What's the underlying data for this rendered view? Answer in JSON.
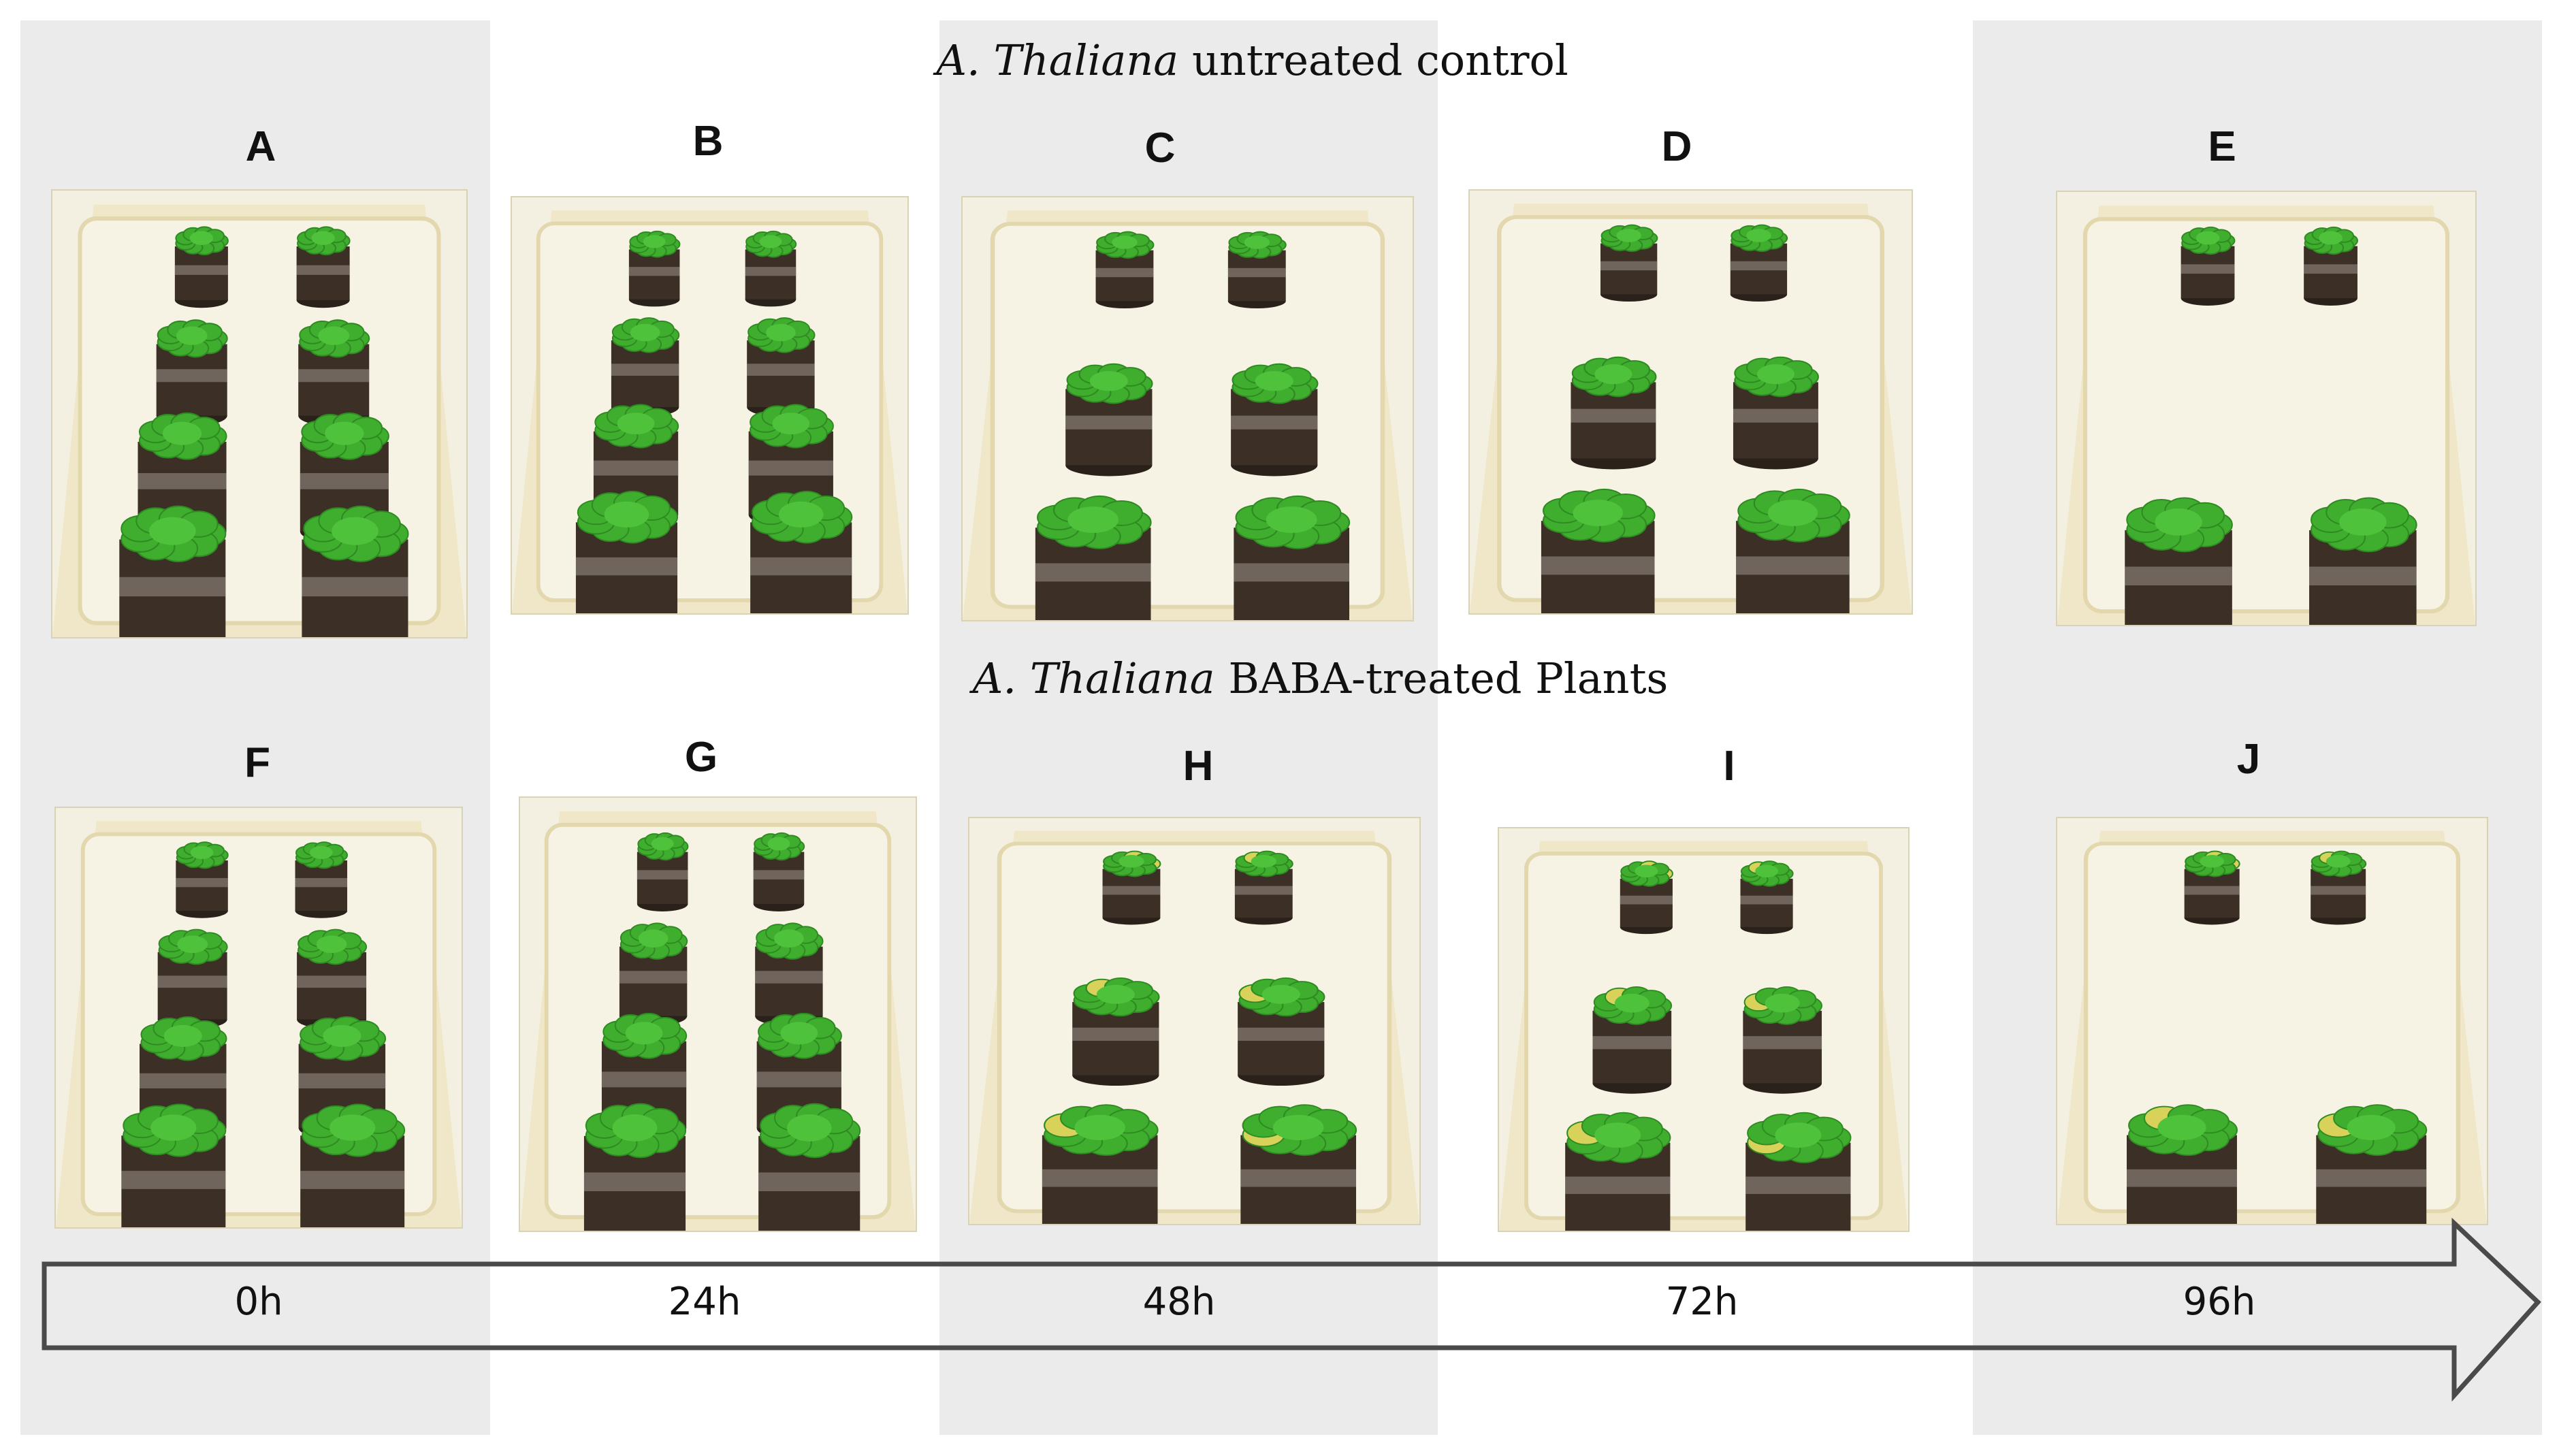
{
  "figure": {
    "top_title": {
      "species": "A. Thaliana",
      "rest": "untreated control"
    },
    "bottom_title": {
      "species": "A. Thaliana",
      "rest": "BABA-treated Plants"
    },
    "top_panels": [
      "A",
      "B",
      "C",
      "D",
      "E"
    ],
    "bottom_panels": [
      "F",
      "G",
      "H",
      "I",
      "J"
    ],
    "timepoints": [
      "0h",
      "24h",
      "48h",
      "72h",
      "96h"
    ],
    "colors": {
      "band_gray": "#ebebeb",
      "band_white": "#ffffff",
      "tray": "#efe7c8",
      "peat": "#3b2f26",
      "leaf": "#3fae2e",
      "arrow_stroke": "#4a4a4a"
    }
  }
}
